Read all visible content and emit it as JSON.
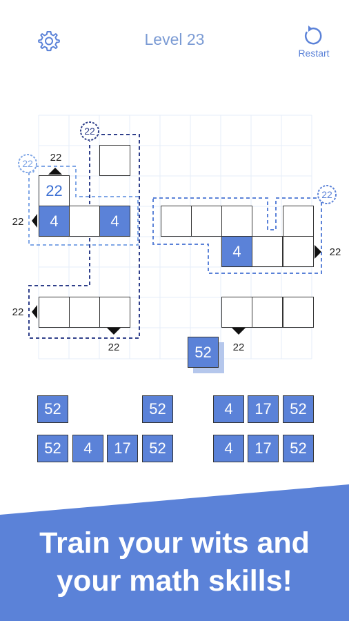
{
  "header": {
    "settings_icon": "gear-icon",
    "title": "Level 23",
    "restart_icon": "restart-icon",
    "restart_label": "Restart"
  },
  "colors": {
    "accent": "#5b82d8",
    "light_accent": "#7fa6e6",
    "dark_dash": "#2f3f8a",
    "grid": "#e6edf8",
    "title": "#7b9bd4"
  },
  "board": {
    "region_sums": [
      "22",
      "22",
      "22"
    ],
    "clues": [
      "22",
      "22",
      "22",
      "22",
      "22",
      "22"
    ],
    "cells": [
      "22",
      "4",
      "4",
      "4"
    ],
    "floating_tile": "52"
  },
  "pool": {
    "left_row1": [
      "52",
      "52"
    ],
    "left_row2": [
      "52",
      "4",
      "17",
      "52"
    ],
    "right_row1": [
      "4",
      "17",
      "52"
    ],
    "right_row2": [
      "4",
      "17",
      "52"
    ]
  },
  "banner": {
    "line1": "Train your wits and",
    "line2": "your math skills!"
  }
}
